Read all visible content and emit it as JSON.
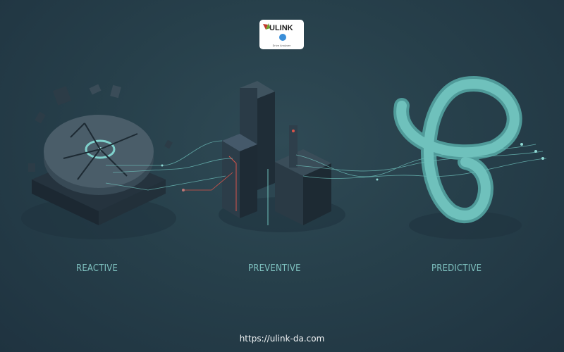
{
  "logo": {
    "brand": "ULINK",
    "product": "Drive Analyzer"
  },
  "stages": [
    {
      "label": "REACTIVE"
    },
    {
      "label": "PREVENTIVE"
    },
    {
      "label": "PREDICTIVE"
    }
  ],
  "footer": {
    "url": "https://ulink-da.com"
  },
  "colors": {
    "background": "#27404b",
    "accent": "#6fc1bc",
    "dark_block": "#2a3b47",
    "alert": "#d9544a",
    "label": "#7fc2c0"
  }
}
